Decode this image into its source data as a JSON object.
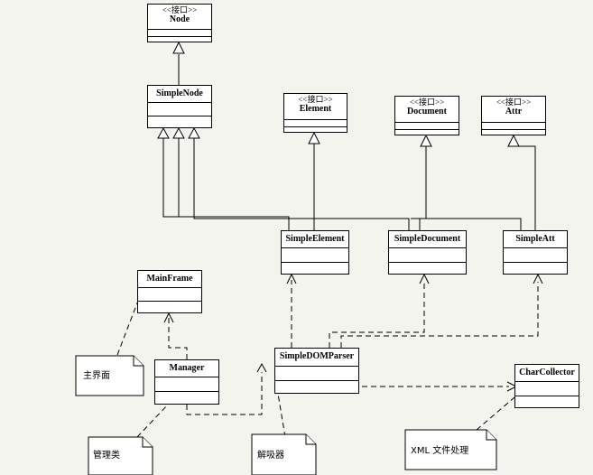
{
  "colors": {
    "background": "#f4f4ef",
    "box_fill": "#ffffff",
    "line": "#000000"
  },
  "classes": {
    "node": {
      "stereotype": "<<接口>>",
      "name": "Node"
    },
    "simple_node": {
      "name": "SimpleNode"
    },
    "element": {
      "stereotype": "<<接口>>",
      "name": "Element"
    },
    "document": {
      "stereotype": "<<接口>>",
      "name": "Document"
    },
    "attr": {
      "stereotype": "<<接口>>",
      "name": "Attr"
    },
    "simple_element": {
      "name": "SimpleElement"
    },
    "simple_document": {
      "name": "SimpleDocument"
    },
    "simple_att": {
      "name": "SimpleAtt"
    },
    "main_frame": {
      "name": "MainFrame"
    },
    "manager": {
      "name": "Manager"
    },
    "simple_dom_parser": {
      "name": "SimpleDOMParser"
    },
    "char_collector": {
      "name": "CharCollector"
    }
  },
  "notes": {
    "main_ui": "主界面",
    "manager_class": "管理类",
    "parser": "解吸器",
    "xml_processing": "XML 文件处理"
  }
}
